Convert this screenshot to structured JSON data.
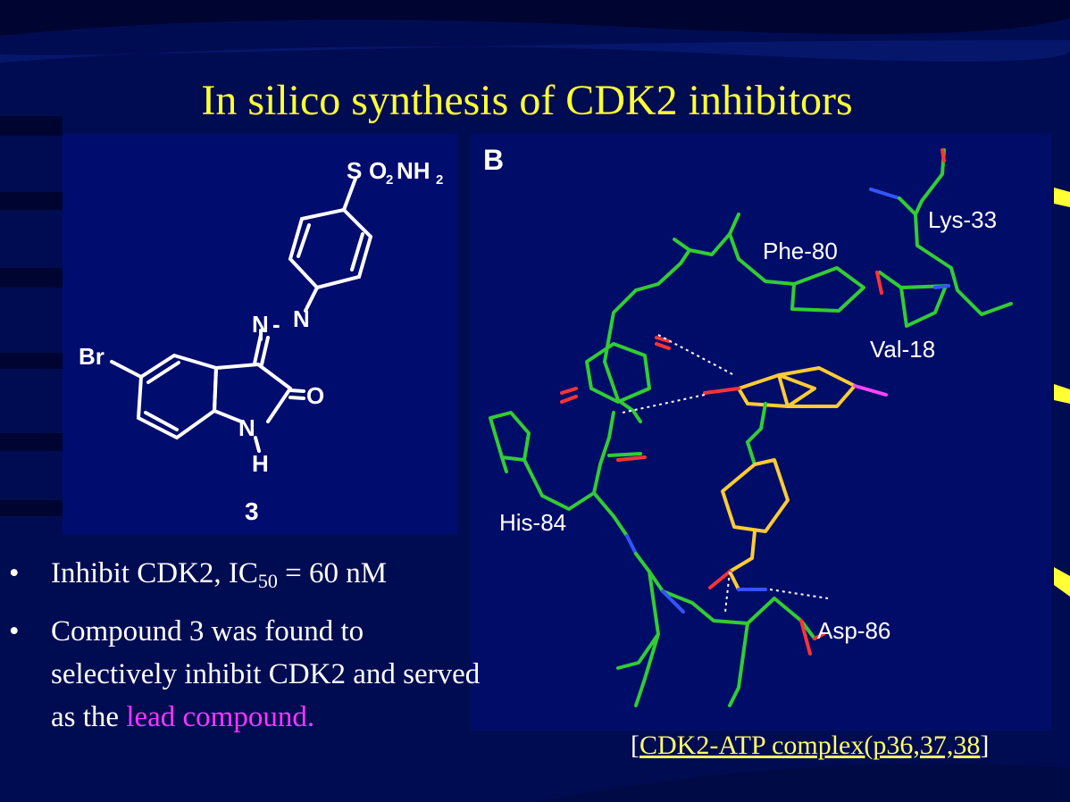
{
  "slide": {
    "title": "In silico synthesis of CDK2 inhibitors",
    "structure": {
      "substituent_top_s": "S",
      "substituent_top_o": "O",
      "substituent_top_2a": "2",
      "substituent_top_nh": "NH",
      "substituent_top_2b": "2",
      "azo_n1": "N",
      "azo_dash": "-",
      "azo_n2": "N",
      "br": "Br",
      "carbonyl_o": "O",
      "ring_n": "N",
      "ring_h": "H",
      "compound_number": "3"
    },
    "complex": {
      "panel_label": "B",
      "residues": [
        "Phe-80",
        "Lys-33",
        "Val-18",
        "His-84",
        "Asp-86"
      ]
    },
    "bullets": [
      {
        "pre": "Inhibit CDK2, IC",
        "sub": "50",
        "post": " = 60 nM"
      },
      {
        "pre": "Compound 3 was found to selectively inhibit CDK2 and served as the ",
        "highlight": "lead compound."
      }
    ],
    "bullet_symbol": "•",
    "reference": {
      "open": "[",
      "link": "CDK2-ATP complex(p36,37,38",
      "close": "]"
    },
    "colors": {
      "background": "#000c52",
      "title": "#ffff33",
      "highlight": "#ff33ff",
      "link": "#ffff66"
    }
  }
}
